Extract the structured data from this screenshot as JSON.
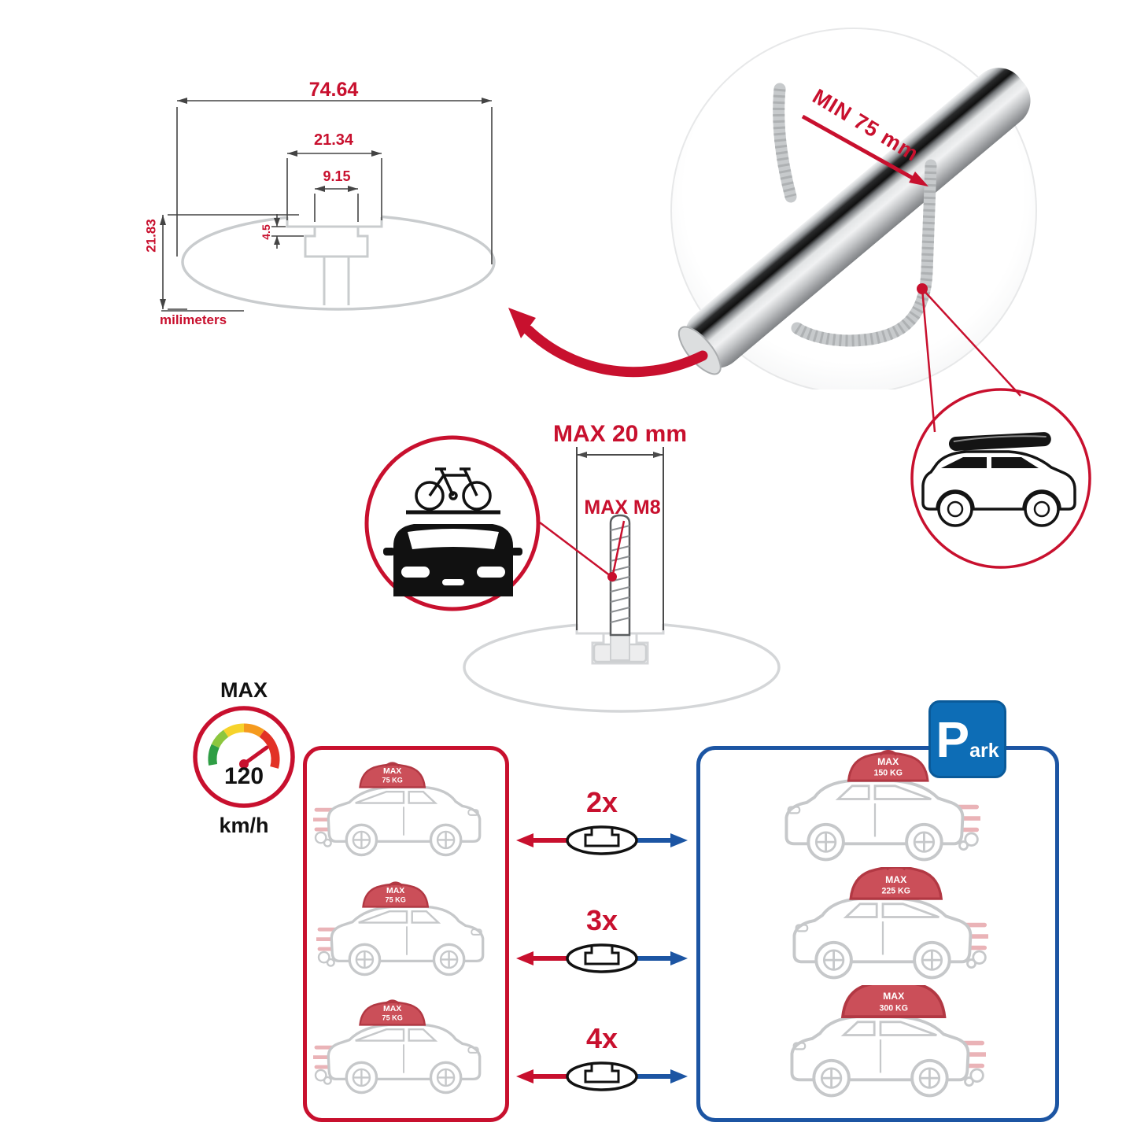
{
  "profile_drawing": {
    "dim_total_width": "74.64",
    "dim_channel_outer": "21.34",
    "dim_channel_inner": "9.15",
    "dim_step_depth": "4.5",
    "dim_total_height": "21.83",
    "unit_label": "milimeters"
  },
  "bar_detail": {
    "min_hook_clearance": "MIN 75 mm"
  },
  "bolt_detail": {
    "max_depth": "MAX 20 mm",
    "max_thread": "MAX M8"
  },
  "speed_badge": {
    "label": "MAX",
    "value": "120",
    "unit": "km/h"
  },
  "park_sign": {
    "letter": "P",
    "suffix": "ark"
  },
  "multipliers": [
    {
      "count": "2x"
    },
    {
      "count": "3x"
    },
    {
      "count": "4x"
    }
  ],
  "left_panel": {
    "cars": [
      {
        "load_label": "MAX",
        "load_value": "75 KG"
      },
      {
        "load_label": "MAX",
        "load_value": "75 KG"
      },
      {
        "load_label": "MAX",
        "load_value": "75 KG"
      }
    ]
  },
  "right_panel": {
    "cars": [
      {
        "load_label": "MAX",
        "load_value": "150 KG"
      },
      {
        "load_label": "MAX",
        "load_value": "225 KG"
      },
      {
        "load_label": "MAX",
        "load_value": "300 KG"
      }
    ]
  },
  "colors": {
    "accent_red": "#c8102e",
    "accent_blue": "#1c55a3",
    "park_blue": "#0d6db6"
  }
}
